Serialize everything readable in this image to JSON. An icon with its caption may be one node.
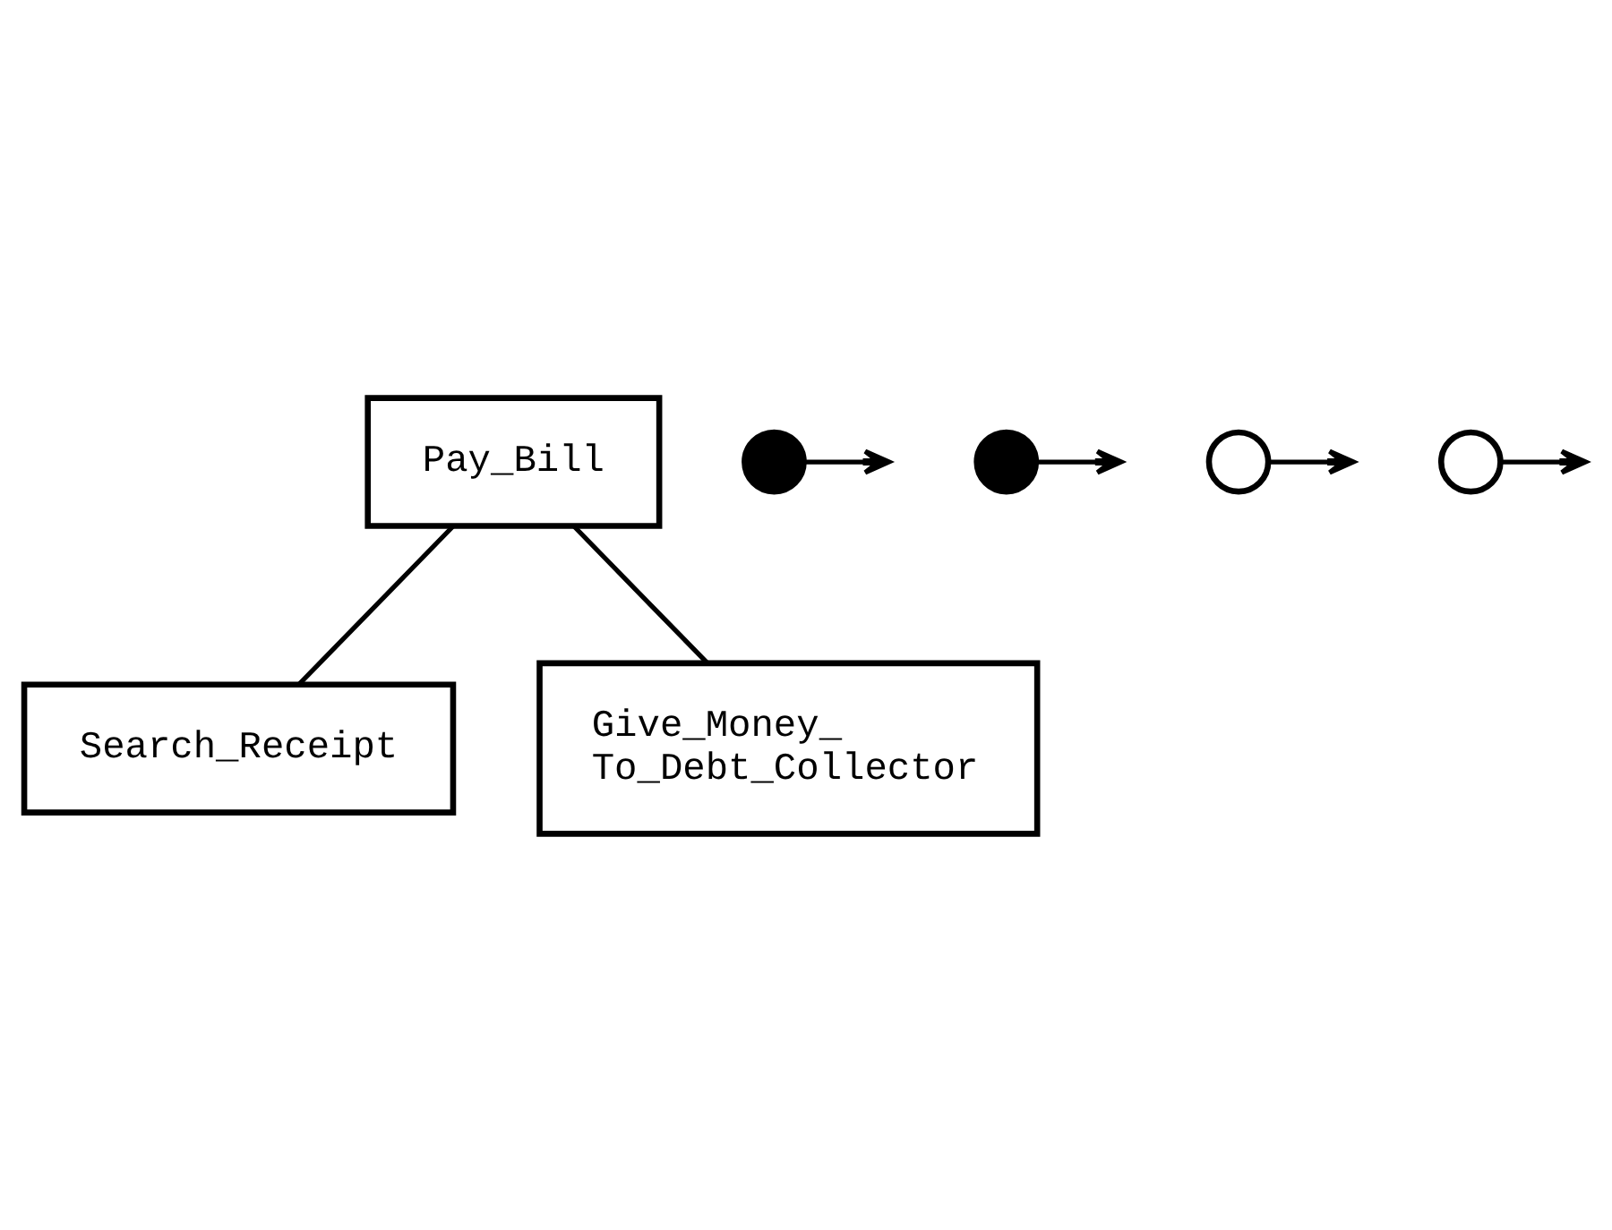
{
  "diagram": {
    "nodes": [
      {
        "text": [
          "Pay_Bill"
        ]
      },
      {
        "text": [
          "Search_Receipt"
        ]
      },
      {
        "text": [
          "Give_Money_ To_Debt_Collector"
        ]
      },
      {
        "text": [],
        "shape": "dot"
      },
      {
        "text": [],
        "shape": "dot"
      },
      {
        "text": [],
        "shape": "circle"
      },
      {
        "text": [],
        "shape": "circle"
      }
    ],
    "edges": [
      {
        "from": 0,
        "to": 1,
        "arrow": "none"
      },
      {
        "from": 0,
        "to": 2,
        "arrow": "none"
      },
      {
        "from": 3,
        "to": null,
        "arrow": "to"
      },
      {
        "from": 4,
        "to": null,
        "arrow": "to"
      },
      {
        "from": 5,
        "to": null,
        "arrow": "to"
      },
      {
        "from": 6,
        "to": null,
        "arrow": "to"
      }
    ]
  }
}
